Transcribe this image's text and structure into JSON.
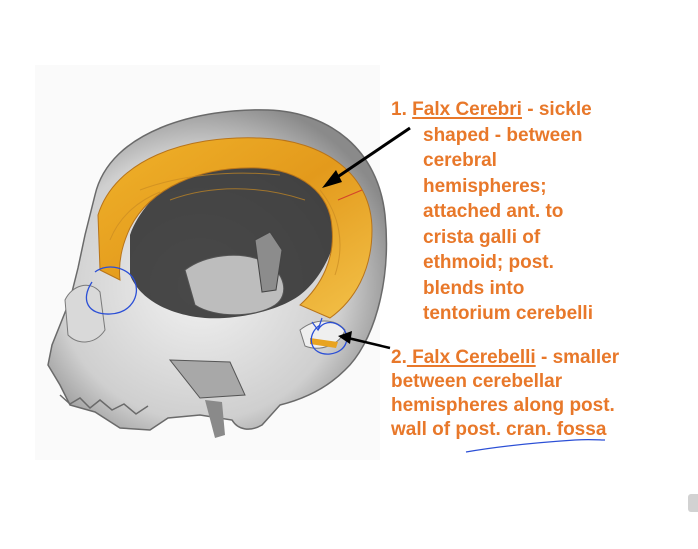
{
  "labels": {
    "falx_cerebri": {
      "number": "1.",
      "term": "Falx Cerebri",
      "line1_rest": " - sickle",
      "lines": [
        "shaped - between",
        "cerebral",
        "hemispheres;",
        "attached ant. to",
        "crista galli of",
        "ethmoid; post.",
        "blends into",
        "tentorium cerebelli"
      ]
    },
    "falx_cerebelli": {
      "number": "2.",
      "term": " Falx Cerebelli",
      "line1_rest": " - smaller",
      "lines": [
        "between cerebellar",
        "hemispheres along post.",
        "wall of post. cran.  fossa"
      ]
    }
  },
  "colors": {
    "label_text": "#e8782a",
    "falx_highlight": "#e8a320",
    "annotation_ink": "#2b4fd6",
    "arrow": "#000000"
  }
}
